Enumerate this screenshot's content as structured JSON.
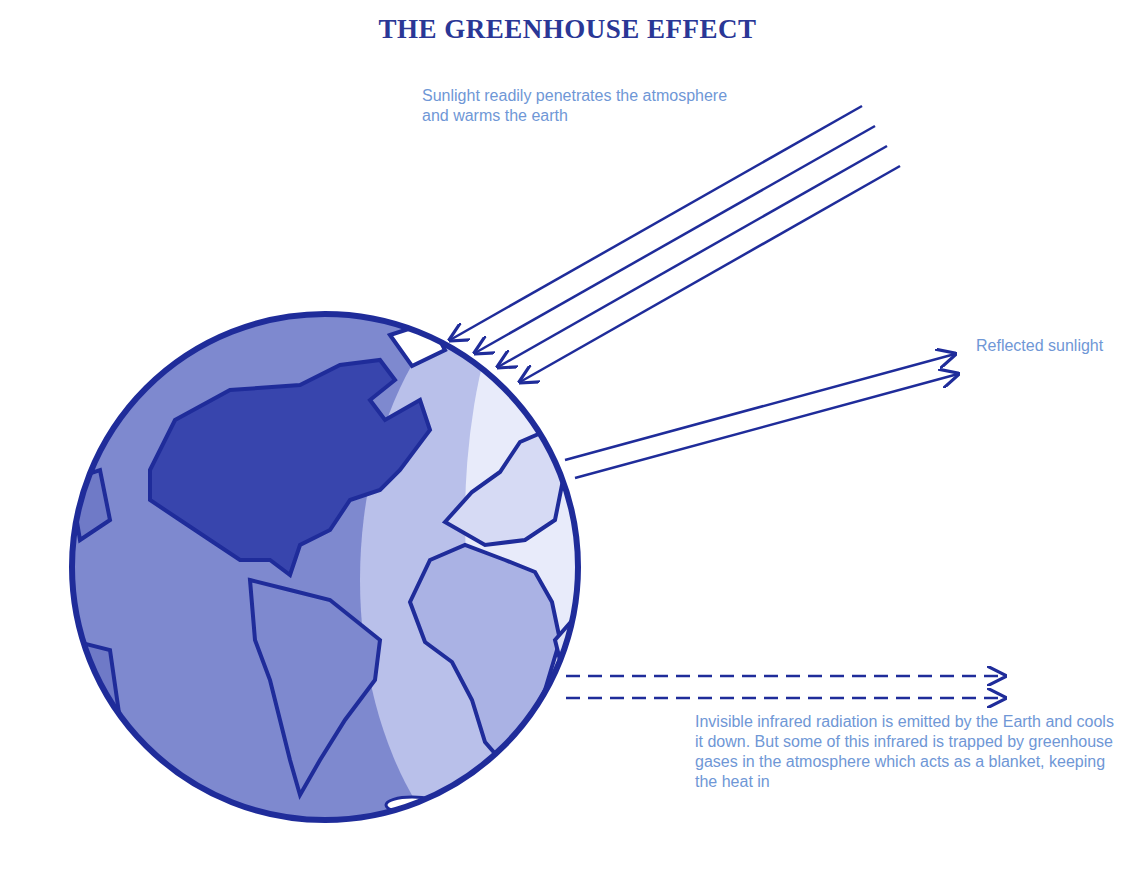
{
  "diagram": {
    "title": "THE GREENHOUSE EFFECT",
    "labels": [
      "Sunlight readily penetrates the atmosphere and warms the earth",
      "Reflected sunlight",
      "Invisible infrared radiation is emitted by the Earth and cools it down. But some of this infrared is trapped by greenhouse gases in the atmosphere which acts as a blanket, keeping the heat in"
    ]
  }
}
